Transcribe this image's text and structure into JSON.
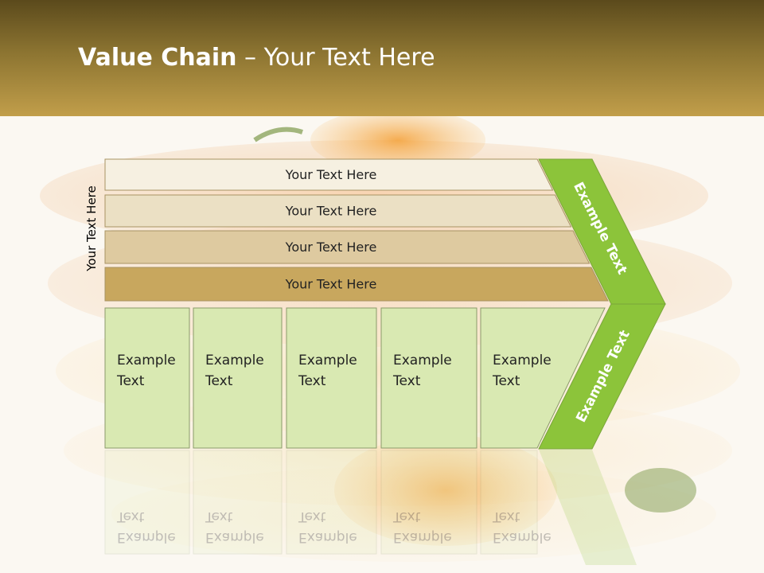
{
  "title": {
    "bold": "Value Chain",
    "rest": " – Your Text Here"
  },
  "side_label": "Your Text Here",
  "rows": [
    {
      "label": "Your Text Here",
      "color": "#f6f0e1"
    },
    {
      "label": "Your Text Here",
      "color": "#ebe0c4"
    },
    {
      "label": "Your Text Here",
      "color": "#decaa0"
    },
    {
      "label": "Your Text Here",
      "color": "#c8a75e"
    }
  ],
  "columns": [
    {
      "line1": "Example",
      "line2": "Text"
    },
    {
      "line1": "Example",
      "line2": "Text"
    },
    {
      "line1": "Example",
      "line2": "Text"
    },
    {
      "line1": "Example",
      "line2": "Text"
    },
    {
      "line1": "Example",
      "line2": "Text"
    }
  ],
  "arrow": {
    "top_label": "Example Text",
    "bottom_label": "Example Text",
    "color": "#8cc43a"
  },
  "colors": {
    "header": "#8c7431",
    "column_fill": "#d9e9b2",
    "column_stroke": "#8a9a6a"
  }
}
